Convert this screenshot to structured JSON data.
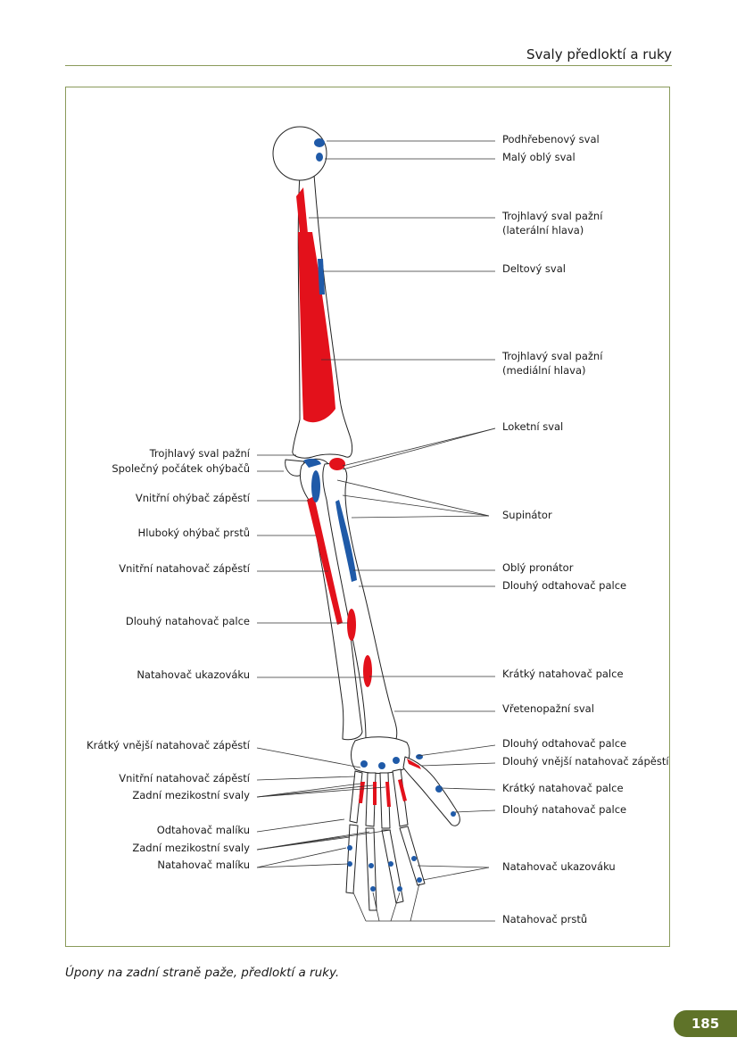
{
  "header": {
    "title": "Svaly předloktí a ruky"
  },
  "figure": {
    "labels_left": [
      "Trojhlavý sval pažní",
      "Společný počátek ohýbačů",
      "Vnitřní ohýbač zápěstí",
      "Hluboký ohýbač prstů",
      "Vnitřní natahovač zápěstí",
      "Dlouhý natahovač palce",
      "Natahovač ukazováku",
      "Krátký vnější natahovač zápěstí",
      "Vnitřní natahovač zápěstí",
      "Zadní mezikostní svaly",
      "Odtahovač malíku",
      "Zadní mezikostní svaly",
      "Natahovač malíku"
    ],
    "labels_right": [
      "Podhřebenový sval",
      "Malý oblý sval",
      "Trojhlavý sval pažní",
      "(laterální hlava)",
      "Deltový sval",
      "Trojhlavý sval pažní",
      "(mediální hlava)",
      "Loketní sval",
      "Supinátor",
      "Oblý pronátor",
      "Dlouhý odtahovač palce",
      "Krátký natahovač palce",
      "Vřetenopažní sval",
      "Dlouhý odtahovač palce",
      "Dlouhý vnější natahovač zápěstí",
      "Krátký natahovač palce",
      "Dlouhý natahovač palce",
      "Natahovač ukazováku",
      "Natahovač prstů"
    ],
    "colors": {
      "origin": "#e3111b",
      "insertion": "#1f5aa8",
      "bone": "#ffffff",
      "frame": "#8a9a5b"
    }
  },
  "caption": "Úpony na zadní straně paže, předloktí a ruky.",
  "page_number": "185"
}
